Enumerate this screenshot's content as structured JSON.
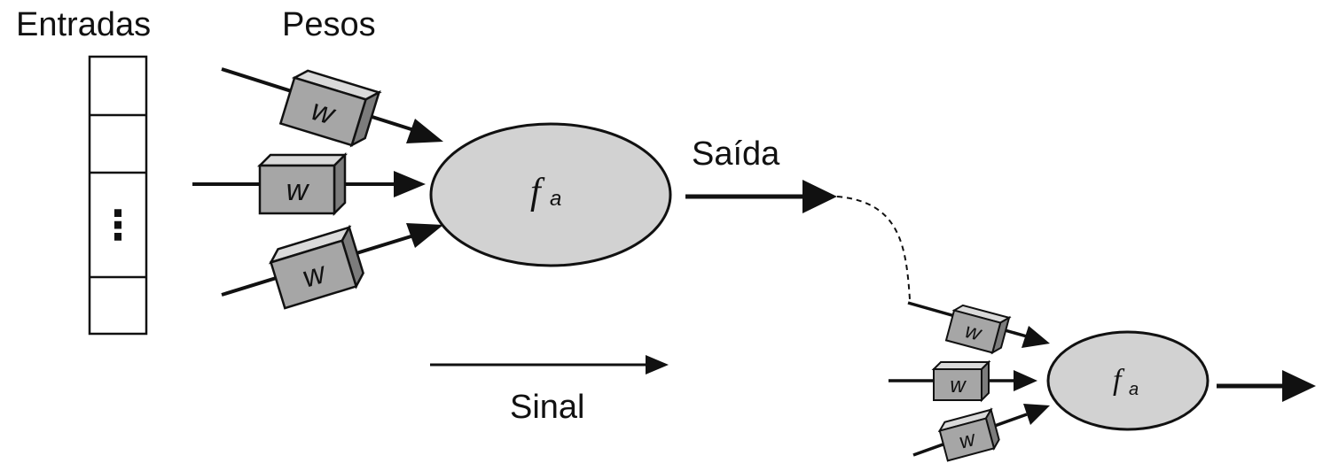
{
  "labels": {
    "entradas": "Entradas",
    "pesos": "Pesos",
    "saida": "Saída",
    "sinal": "Sinal",
    "ellipsis": "⋮"
  },
  "weight_symbol": "w",
  "activation": {
    "f": "f",
    "subscript": "a"
  },
  "colors": {
    "neuron_fill": "#d2d2d2",
    "weight_front": "#a6a6a6",
    "weight_top": "#dadada",
    "weight_side": "#7c7c7c",
    "stroke": "#111111"
  }
}
